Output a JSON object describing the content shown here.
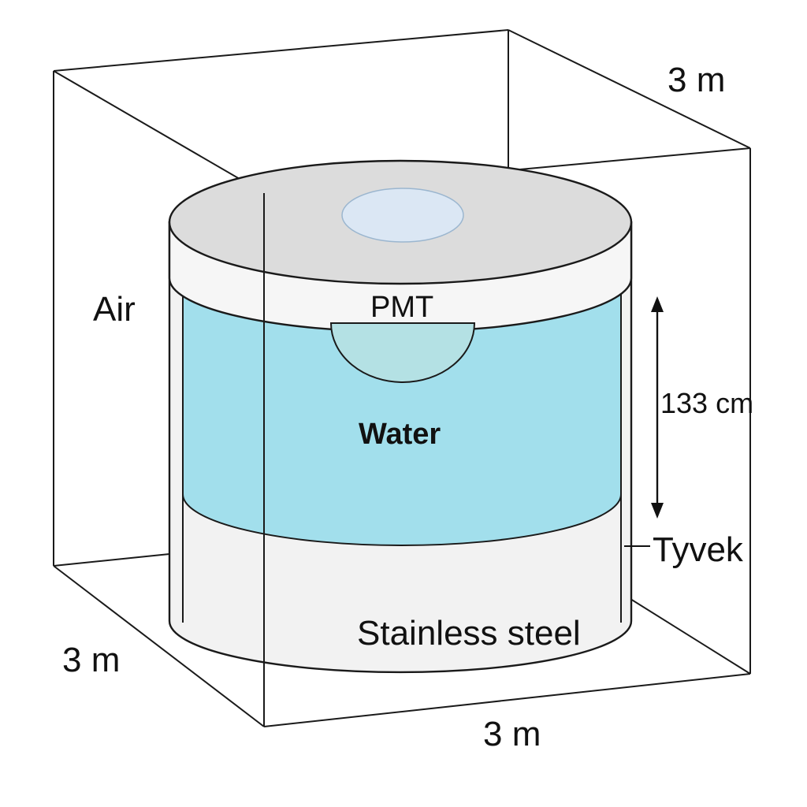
{
  "labels": {
    "air": "Air",
    "pmt": "PMT",
    "water": "Water",
    "tyvek": "Tyvek",
    "stainless_steel": "Stainless steel",
    "water_height": "133 cm",
    "box_depth_top": "3 m",
    "box_depth_left": "3 m",
    "box_width_bottom": "3 m"
  },
  "colors": {
    "water": "#a2dfec",
    "pmt_dome": "#b4e1e4",
    "pmt_window": "#dbe7f4",
    "lid_top": "#dcdcdc",
    "steel": "#f2f2f2",
    "line": "#1a1a1a"
  }
}
